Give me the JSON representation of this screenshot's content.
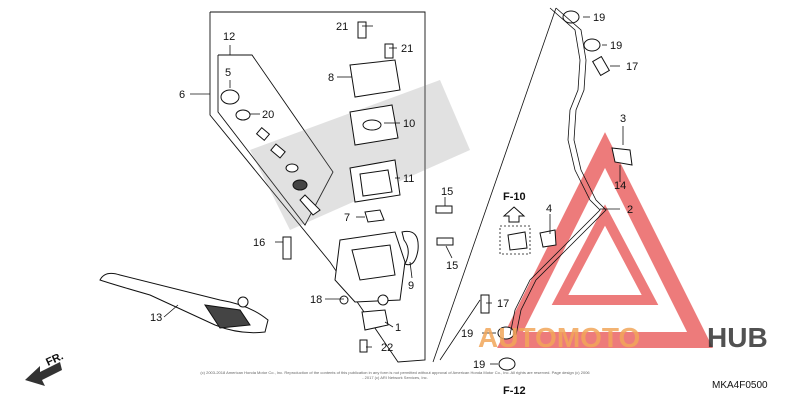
{
  "diagram": {
    "callouts": {
      "c1": "1",
      "c2": "2",
      "c3": "3",
      "c4": "4",
      "c5": "5",
      "c6": "6",
      "c7": "7",
      "c8": "8",
      "c9": "9",
      "c10": "10",
      "c11": "11",
      "c12": "12",
      "c13": "13",
      "c14": "14",
      "c15a": "15",
      "c15b": "15",
      "c16": "16",
      "c17a": "17",
      "c17b": "17",
      "c18": "18",
      "c19a": "19",
      "c19b": "19",
      "c19c": "19",
      "c19d": "19",
      "c20": "20",
      "c21a": "21",
      "c21b": "21",
      "c22": "22"
    },
    "references": {
      "f10": "F-10",
      "f12": "F-12",
      "front": "FR."
    },
    "catalog_code": "MKA4F0500",
    "copyright": "(c) 2003-2018 American Honda Motor Co., Inc. Reproduction of the contents of this publication in any form is not permitted without approval of American Honda Motor Co., Inc. All rights are reserved. Page design (c) 2006 - 2017 (c) ARI Network Services, Inc."
  },
  "watermark": {
    "text_a": "AUTOMOTO",
    "text_b": "HUB",
    "color_a": "#f2a65a",
    "color_b": "#333333",
    "logo_color": "#e85050"
  }
}
